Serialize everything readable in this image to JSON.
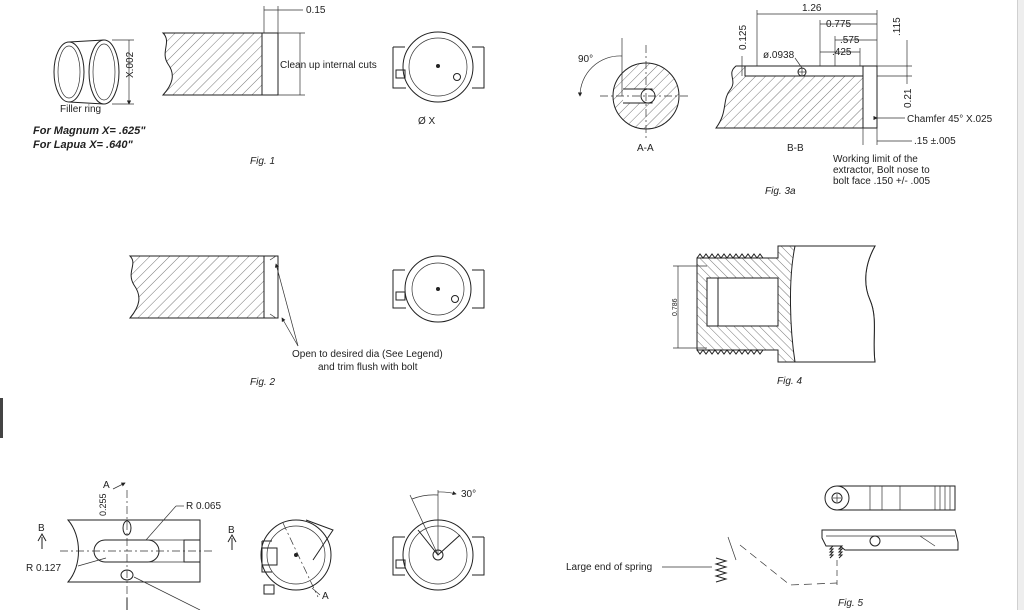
{
  "fig1": {
    "title": "Fig. 1",
    "filler_ring": "Filler ring",
    "ring_dim": "X.002",
    "note_magnum": "For Magnum X= .625\"",
    "note_lapua": "For Lapua X= .640\"",
    "dim_015": "0.15",
    "clean_up": "Clean up internal cuts",
    "dia_x": "Ø X"
  },
  "fig2": {
    "title": "Fig. 2",
    "note_line1": "Open to desired dia (See Legend)",
    "note_line2": "and trim flush with bolt"
  },
  "fig3a": {
    "title": "Fig. 3a",
    "angle": "90°",
    "section_aa": "A-A",
    "section_bb": "B-B",
    "dim_0125": "0.125",
    "dim_126": "1.26",
    "dim_0775": "0.775",
    "dim_575": ".575",
    "dim_425": ".425",
    "dim_115": ".115",
    "dim_0938": "ø.0938",
    "dim_021": "0.21",
    "chamfer": "Chamfer 45° X.025",
    "dim_015_005": ".15 ±.005",
    "working_1": "Working limit of the",
    "working_2": "extractor, Bolt nose to",
    "working_3": "bolt face .150 +/- .005"
  },
  "fig4": {
    "title": "Fig. 4",
    "dim_0786": "0.786"
  },
  "fig_bottom": {
    "label_a_top": "A",
    "dim_0255": "0.255",
    "r_0065": "R 0.065",
    "label_b_left": "B",
    "label_b_right": "B",
    "r_0127": "R 0.127",
    "label_a_bottom": "A",
    "angle_30": "30°"
  },
  "fig5": {
    "title": "Fig. 5",
    "spring_label": "Large end of spring"
  }
}
